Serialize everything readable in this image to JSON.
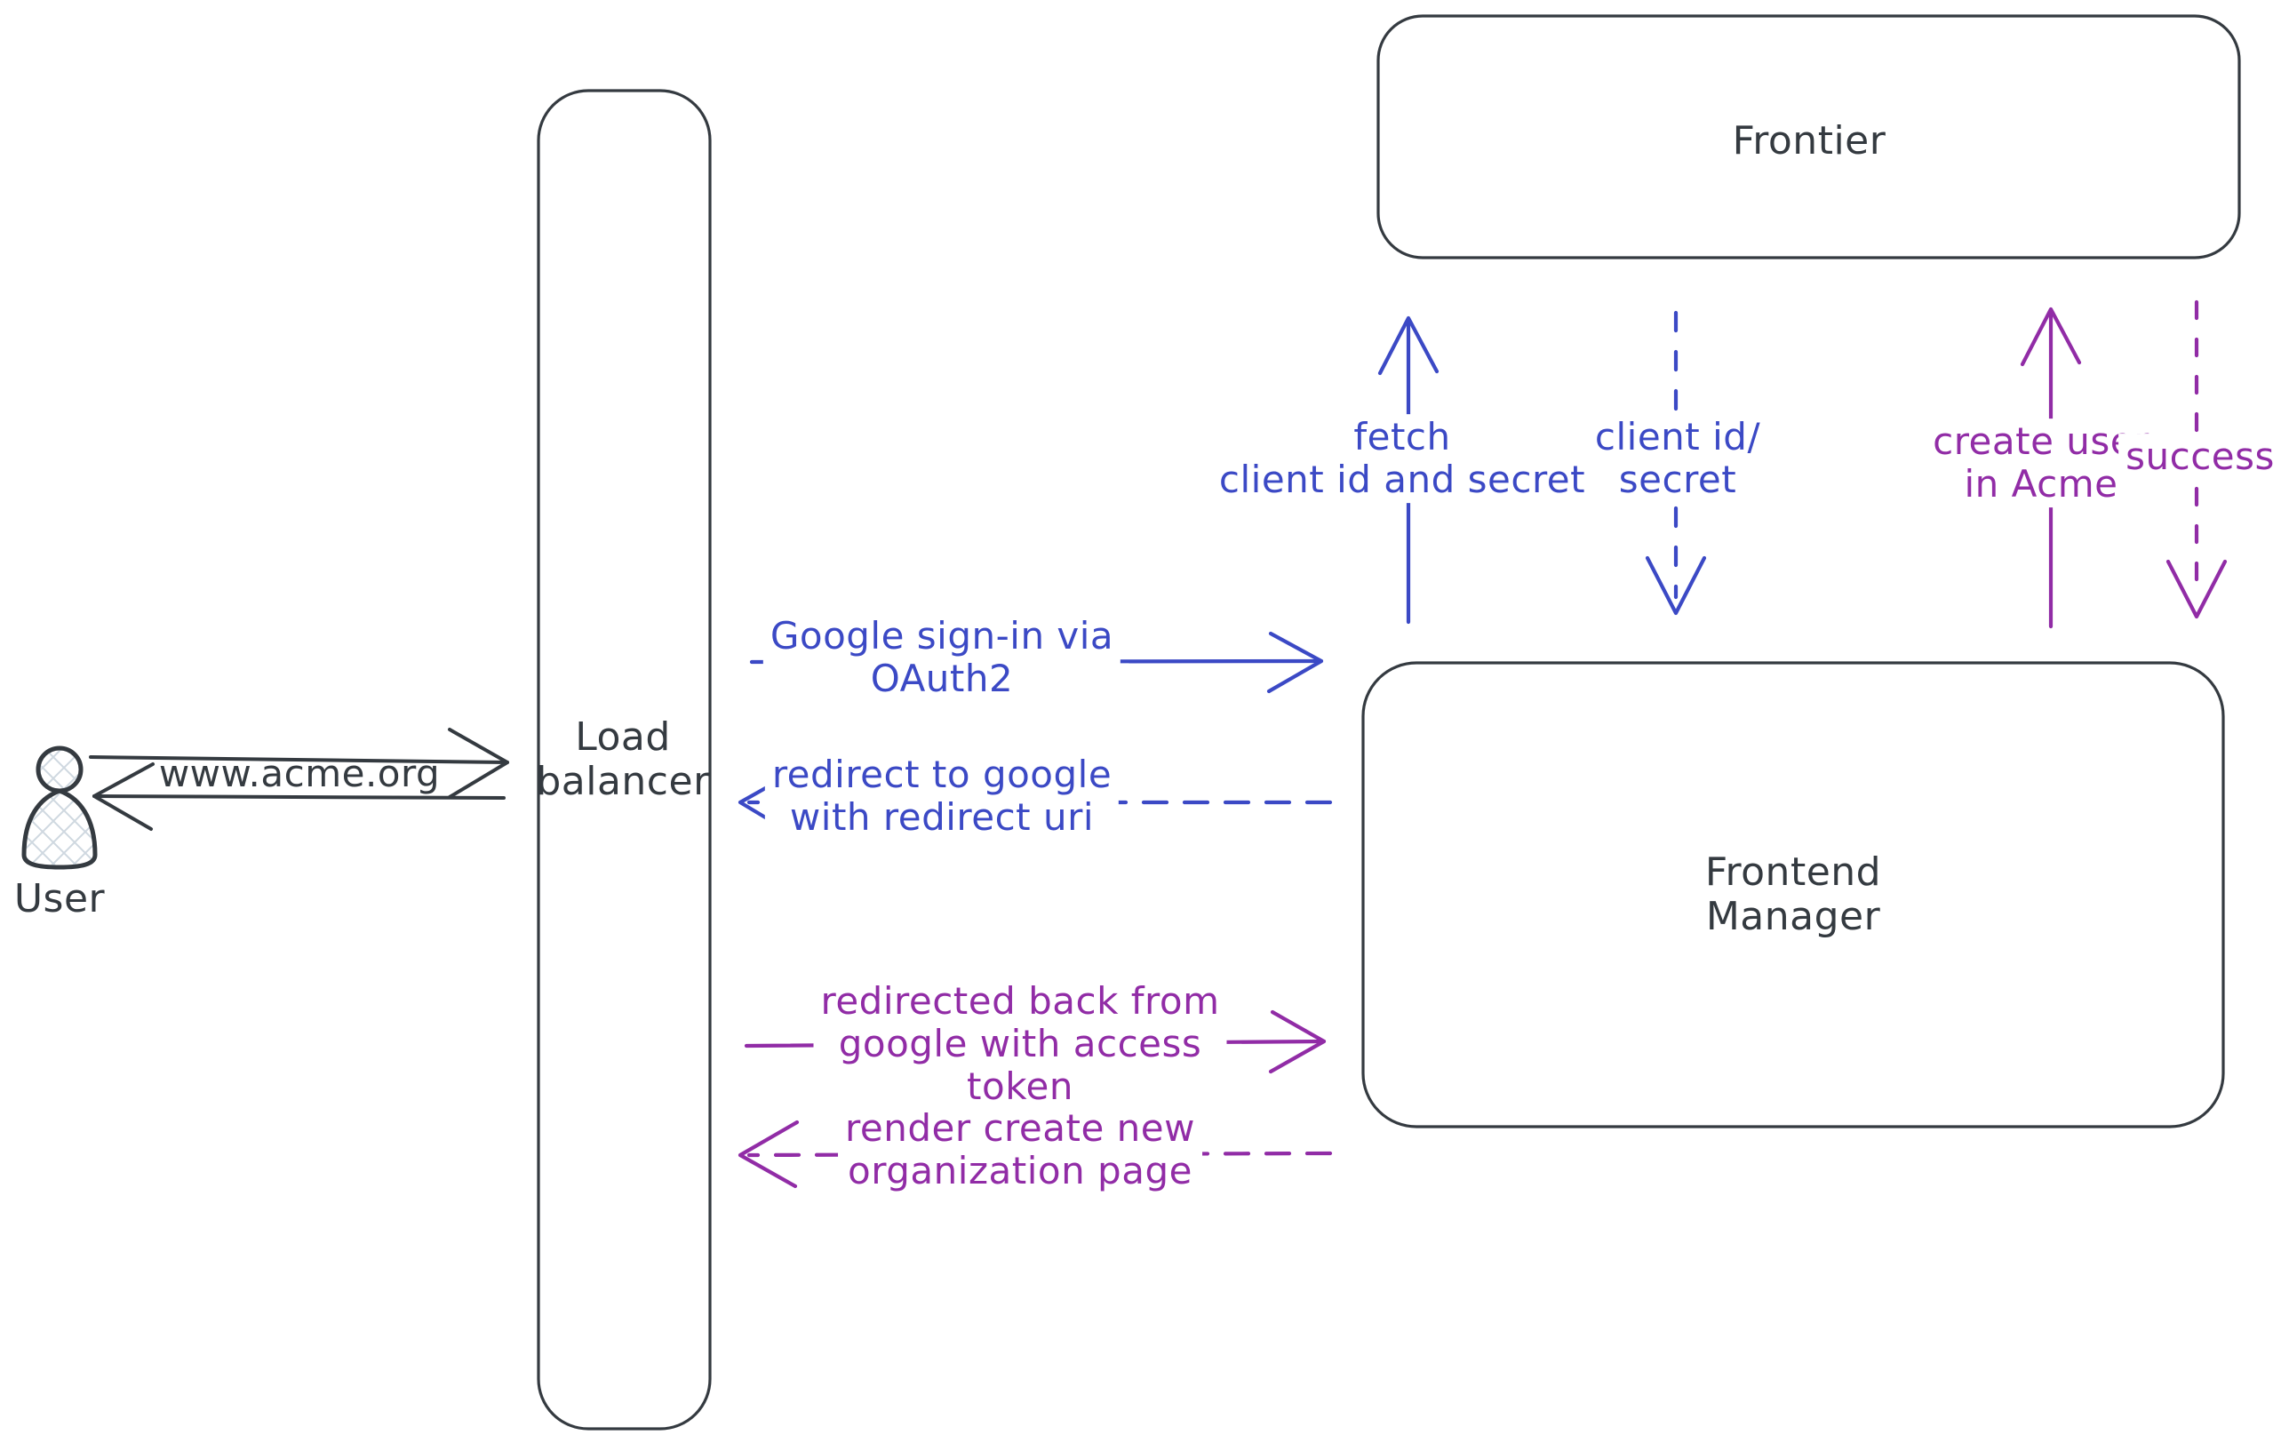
{
  "colors": {
    "ink": "#343a40",
    "blue": "#3b49c5",
    "purple": "#912ca6"
  },
  "nodes": {
    "user": {
      "label": "User"
    },
    "load_balancer": {
      "label": "Load\nbalancer"
    },
    "frontier": {
      "label": "Frontier"
    },
    "frontend_manager": {
      "label": "Frontend\nManager"
    }
  },
  "edges": {
    "www_acme": {
      "label": "www.acme.org",
      "style": "solid",
      "color": "ink",
      "from": "user",
      "to": "load_balancer"
    },
    "reply_to_user": {
      "label": "",
      "style": "solid",
      "color": "ink",
      "from": "load_balancer",
      "to": "user"
    },
    "google_signin": {
      "label": "Google sign-in via\nOAuth2",
      "style": "solid",
      "color": "blue",
      "from": "load_balancer",
      "to": "frontend_manager"
    },
    "redirect_to_google": {
      "label": "redirect to google\nwith redirect uri",
      "style": "dashed",
      "color": "blue",
      "from": "frontend_manager",
      "to": "load_balancer"
    },
    "fetch_client_secret": {
      "label": "fetch\nclient id and secret",
      "style": "solid",
      "color": "blue",
      "from": "frontend_manager",
      "to": "frontier"
    },
    "client_id_secret": {
      "label": "client id/\nsecret",
      "style": "dashed",
      "color": "blue",
      "from": "frontier",
      "to": "frontend_manager"
    },
    "create_user": {
      "label": "create user\nin Acme",
      "style": "solid",
      "color": "purple",
      "from": "frontend_manager",
      "to": "frontier"
    },
    "success": {
      "label": "success",
      "style": "dashed",
      "color": "purple",
      "from": "frontier",
      "to": "frontend_manager"
    },
    "redirected_back": {
      "label": "redirected back from\ngoogle with access\ntoken",
      "style": "solid",
      "color": "purple",
      "from": "load_balancer",
      "to": "frontend_manager"
    },
    "render_org_page": {
      "label": "render create new\norganization page",
      "style": "dashed",
      "color": "purple",
      "from": "frontend_manager",
      "to": "load_balancer"
    }
  }
}
